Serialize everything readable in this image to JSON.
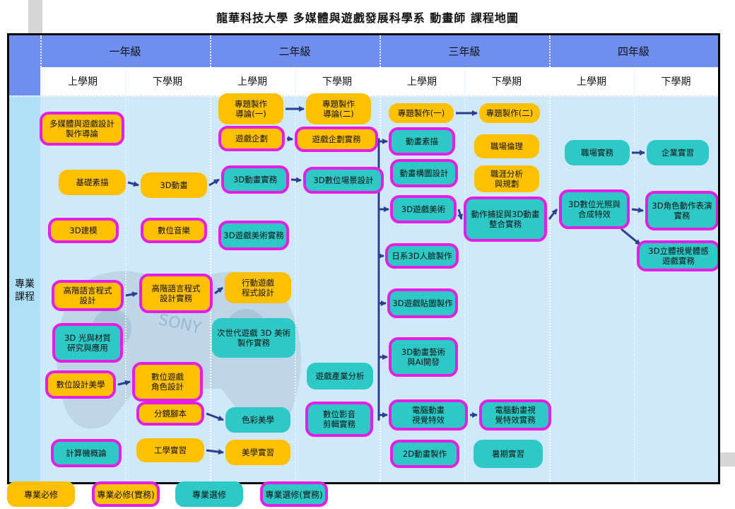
{
  "title": "龍華科技大學 多媒體與遊戲發展科學系 動畫師 課程地圖",
  "years": [
    "一年級",
    "二年級",
    "三年級",
    "四年級"
  ],
  "semesters": [
    "上學期",
    "下學期",
    "上學期",
    "下學期",
    "上學期",
    "下學期",
    "上學期",
    "下學期"
  ],
  "row_label": "專業\n課程",
  "decoration": {
    "watermark_text": "SONY"
  },
  "colors": {
    "required": "#ffc000",
    "elective": "#2ec9c6",
    "practice_border": "#e51ee5",
    "header": "#6f8ff0",
    "body": "#cfe9fb",
    "arrow": "#2b3f8f"
  },
  "nodes": [
    {
      "id": "n1",
      "label": "多媒體與遊戲設計\n製作導論",
      "type": "c2"
    },
    {
      "id": "n2",
      "label": "基礎素描",
      "type": "c1"
    },
    {
      "id": "n3",
      "label": "3D建模",
      "type": "c2"
    },
    {
      "id": "n4",
      "label": "高階語言程式\n設計",
      "type": "c2"
    },
    {
      "id": "n5",
      "label": "3D 光與材質\n研究與應用",
      "type": "c4"
    },
    {
      "id": "n6",
      "label": "數位設計美學",
      "type": "c2"
    },
    {
      "id": "n7",
      "label": "計算機概論",
      "type": "c4"
    },
    {
      "id": "n8",
      "label": "3D動畫",
      "type": "c1"
    },
    {
      "id": "n9",
      "label": "數位音樂",
      "type": "c2"
    },
    {
      "id": "n10",
      "label": "高階語言程式\n設計實務",
      "type": "c2"
    },
    {
      "id": "n11",
      "label": "數位遊戲\n角色設計",
      "type": "c2"
    },
    {
      "id": "n12",
      "label": "分鏡腳本",
      "type": "c2"
    },
    {
      "id": "n13",
      "label": "工學實習",
      "type": "c1"
    },
    {
      "id": "n14",
      "label": "專題製作\n導論(一)",
      "type": "c1"
    },
    {
      "id": "n15",
      "label": "遊戲企劃",
      "type": "c2"
    },
    {
      "id": "n16",
      "label": "3D動畫實務",
      "type": "c4"
    },
    {
      "id": "n17",
      "label": "3D遊戲美術實務",
      "type": "c4"
    },
    {
      "id": "n18",
      "label": "行動遊戲\n程式設計",
      "type": "c1"
    },
    {
      "id": "n19",
      "label": "次世代遊戲 3D 美術\n製作實務",
      "type": "c3"
    },
    {
      "id": "n20",
      "label": "色彩美學",
      "type": "c3"
    },
    {
      "id": "n21",
      "label": "美學實習",
      "type": "c1"
    },
    {
      "id": "n22",
      "label": "專題製作\n導論(二)",
      "type": "c1"
    },
    {
      "id": "n23",
      "label": "遊戲企劃實務",
      "type": "c2"
    },
    {
      "id": "n24",
      "label": "3D數位場景設計",
      "type": "c4"
    },
    {
      "id": "n25",
      "label": "遊戲產業分析",
      "type": "c3"
    },
    {
      "id": "n26",
      "label": "數位影音\n剪輯實務",
      "type": "c4"
    },
    {
      "id": "n27",
      "label": "專題製作(一)",
      "type": "c1"
    },
    {
      "id": "n28",
      "label": "動畫素描",
      "type": "c4"
    },
    {
      "id": "n29",
      "label": "動畫構圖設計",
      "type": "c4"
    },
    {
      "id": "n30",
      "label": "3D遊戲美術",
      "type": "c4"
    },
    {
      "id": "n31",
      "label": "日系3D人臉製作",
      "type": "c4"
    },
    {
      "id": "n32",
      "label": "3D遊戲貼圖製作",
      "type": "c4"
    },
    {
      "id": "n33",
      "label": "3D動畫藝術\n與AI開發",
      "type": "c4"
    },
    {
      "id": "n34",
      "label": "電腦動畫\n視覺特效",
      "type": "c4"
    },
    {
      "id": "n35",
      "label": "2D動畫製作",
      "type": "c4"
    },
    {
      "id": "n36",
      "label": "專題製作(二)",
      "type": "c1"
    },
    {
      "id": "n37",
      "label": "職場倫理",
      "type": "c1"
    },
    {
      "id": "n38",
      "label": "職涯分析\n與規劃",
      "type": "c1"
    },
    {
      "id": "n39",
      "label": "動作捕捉與3D動畫\n整合實務",
      "type": "c4"
    },
    {
      "id": "n40",
      "label": "電腦動畫視\n覺特效實務",
      "type": "c4"
    },
    {
      "id": "n41",
      "label": "暑期實習",
      "type": "c3"
    },
    {
      "id": "n42",
      "label": "職場實務",
      "type": "c3"
    },
    {
      "id": "n43",
      "label": "3D數位光照與\n合成特效",
      "type": "c4"
    },
    {
      "id": "n44",
      "label": "企業實習",
      "type": "c3"
    },
    {
      "id": "n45",
      "label": "3D角色動作表演\n實務",
      "type": "c4"
    },
    {
      "id": "n46",
      "label": "3D立體視覺體感\n遊戲實務",
      "type": "c4"
    }
  ],
  "edges": [
    [
      "n2",
      "n8"
    ],
    [
      "n8",
      "n16"
    ],
    [
      "n16",
      "n24"
    ],
    [
      "n4",
      "n10"
    ],
    [
      "n10",
      "n18"
    ],
    [
      "n6",
      "n11"
    ],
    [
      "n12",
      "n20"
    ],
    [
      "n13",
      "n21"
    ],
    [
      "n14",
      "n22"
    ],
    [
      "n15",
      "n23"
    ],
    [
      "n27",
      "n36"
    ],
    [
      "n30",
      "n39"
    ],
    [
      "n39",
      "n43"
    ],
    [
      "n43",
      "n45"
    ],
    [
      "n43",
      "n46"
    ],
    [
      "n42",
      "n44"
    ],
    [
      "n34",
      "n40"
    ]
  ],
  "legend": [
    {
      "label": "專業必修",
      "type": "c1"
    },
    {
      "label": "專業必修(實務)",
      "type": "c2"
    },
    {
      "label": "專業選修",
      "type": "c3"
    },
    {
      "label": "專業選修(實務)",
      "type": "c4"
    }
  ]
}
